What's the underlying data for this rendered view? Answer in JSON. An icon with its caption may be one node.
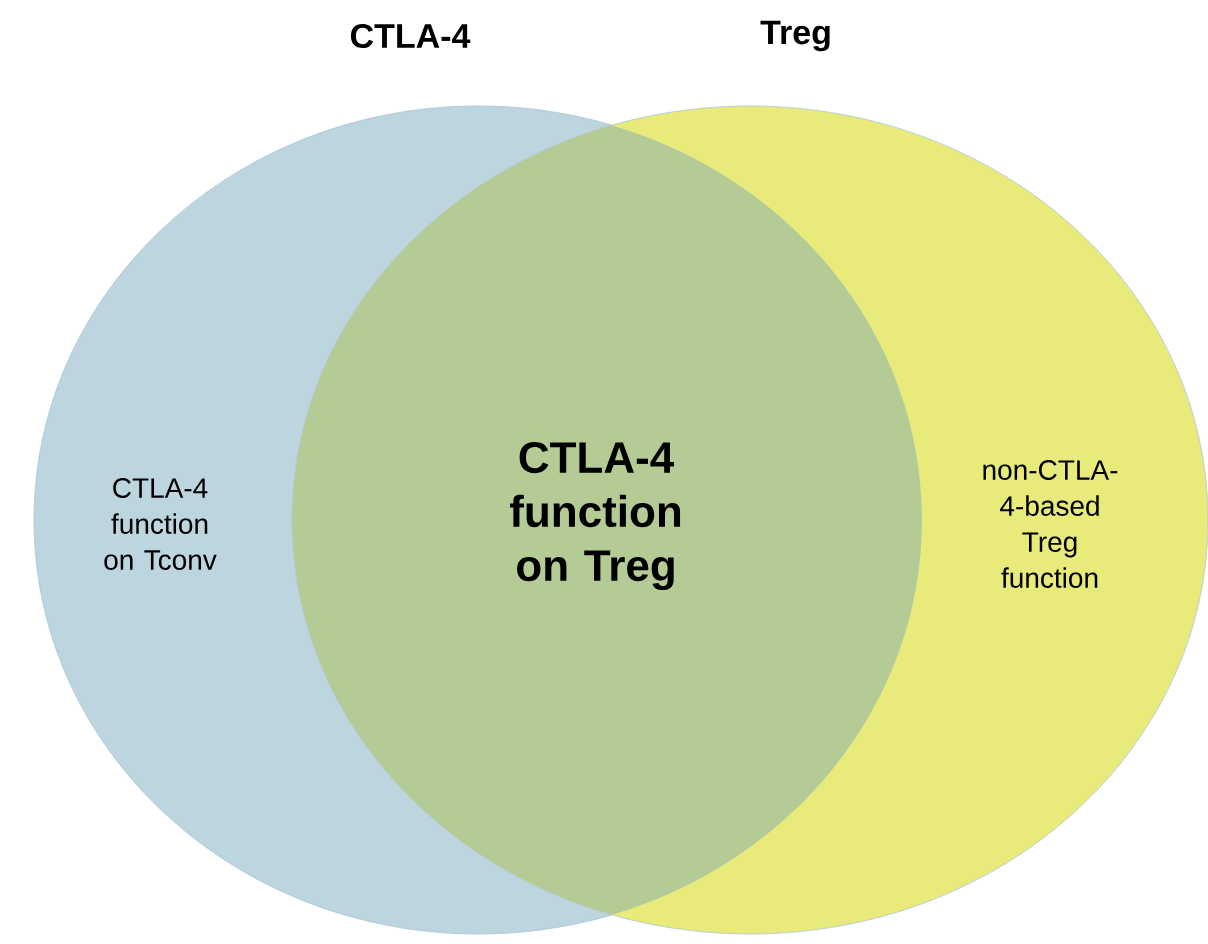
{
  "diagram": {
    "nodes": [
      {
        "text": [
          "CTLA-4",
          "CTLA-4 function on Tconv"
        ]
      },
      {
        "text": [
          "Treg",
          "non-CTLA-4-based Treg function"
        ]
      }
    ],
    "labels": [
      "CTLA-4 function on Treg"
    ]
  }
}
